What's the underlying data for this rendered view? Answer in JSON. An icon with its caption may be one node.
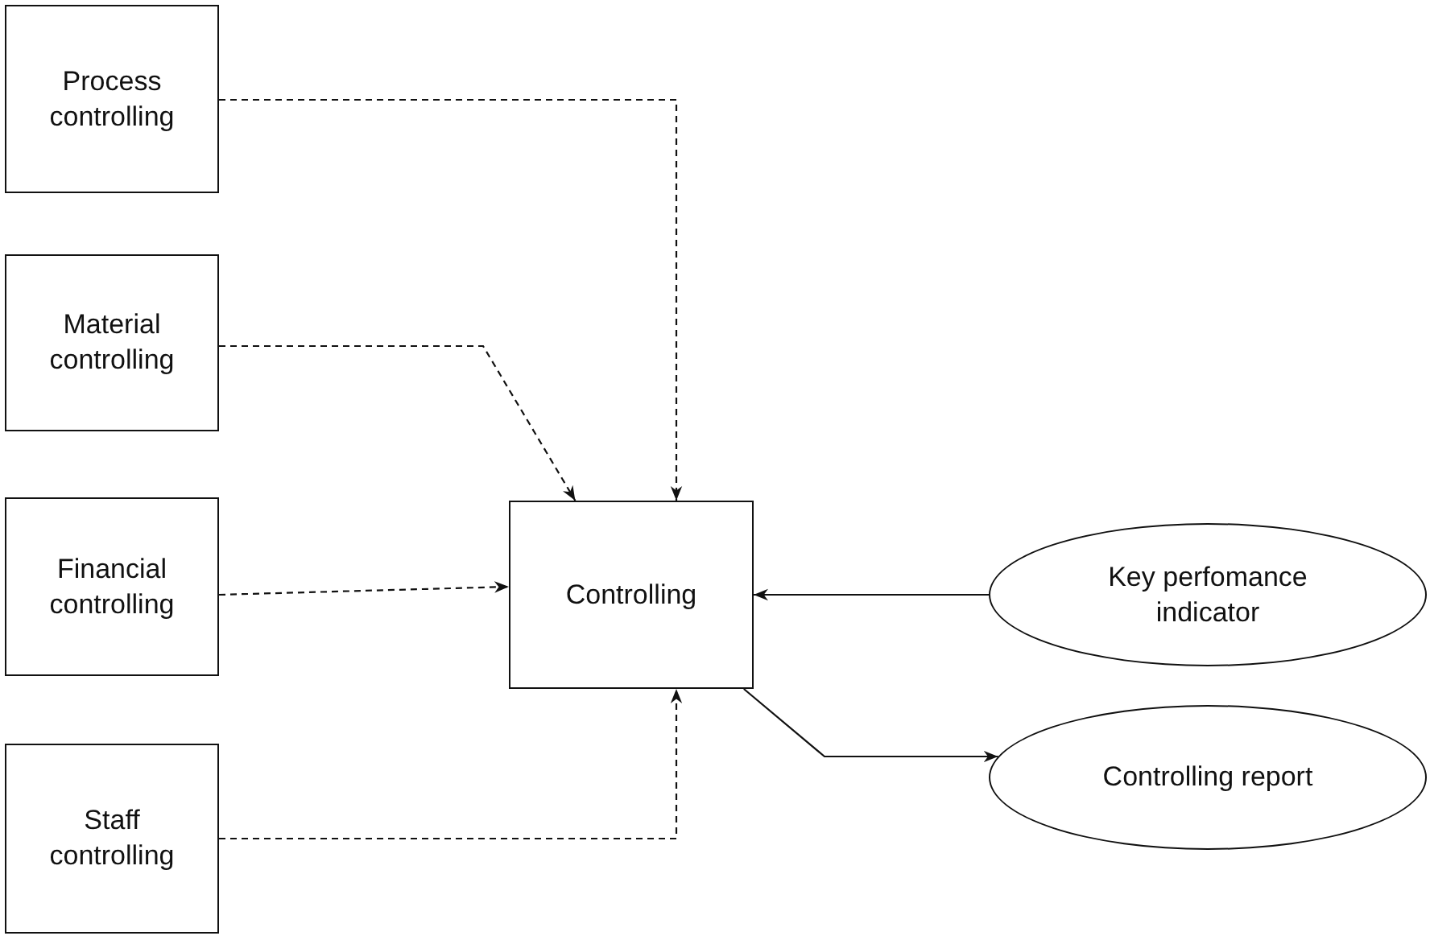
{
  "diagram": {
    "nodes": [
      {
        "text": [
          "Process controlling"
        ]
      },
      {
        "text": [
          "Material controlling"
        ]
      },
      {
        "text": [
          "Financial controlling"
        ]
      },
      {
        "text": [
          "Staff controlling"
        ]
      },
      {
        "text": [
          "Controlling"
        ]
      },
      {
        "text": [
          "Key perfomance indicator"
        ]
      },
      {
        "text": [
          "Controlling report"
        ]
      }
    ],
    "edges": [
      {
        "from": 0,
        "to": 4,
        "arrow": "to",
        "style": "dashed"
      },
      {
        "from": 1,
        "to": 4,
        "arrow": "to",
        "style": "dashed"
      },
      {
        "from": 2,
        "to": 4,
        "arrow": "to",
        "style": "dashed"
      },
      {
        "from": 3,
        "to": 4,
        "arrow": "to",
        "style": "dashed"
      },
      {
        "from": 5,
        "to": 4,
        "arrow": "to"
      },
      {
        "from": 4,
        "to": 6,
        "arrow": "to"
      }
    ]
  }
}
